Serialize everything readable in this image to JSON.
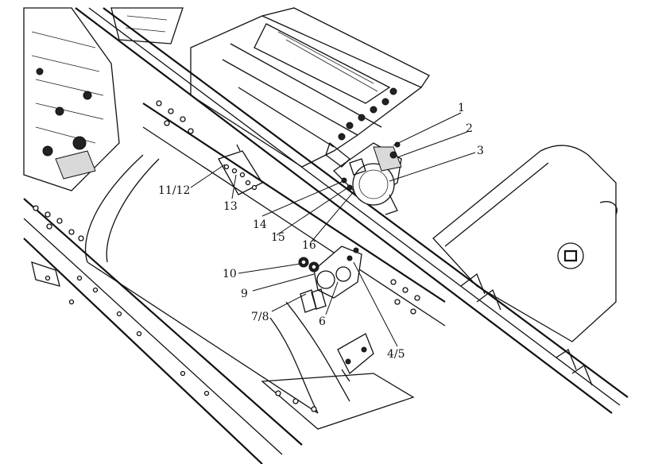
{
  "callouts": [
    {
      "id": "1",
      "text": "1"
    },
    {
      "id": "2",
      "text": "2"
    },
    {
      "id": "3",
      "text": "3"
    },
    {
      "id": "4-5",
      "text": "4/5"
    },
    {
      "id": "6",
      "text": "6"
    },
    {
      "id": "7-8",
      "text": "7/8"
    },
    {
      "id": "9",
      "text": "9"
    },
    {
      "id": "10",
      "text": "10"
    },
    {
      "id": "11-12",
      "text": "11/12"
    },
    {
      "id": "13",
      "text": "13"
    },
    {
      "id": "14",
      "text": "14"
    },
    {
      "id": "15",
      "text": "15"
    },
    {
      "id": "16",
      "text": "16"
    }
  ]
}
